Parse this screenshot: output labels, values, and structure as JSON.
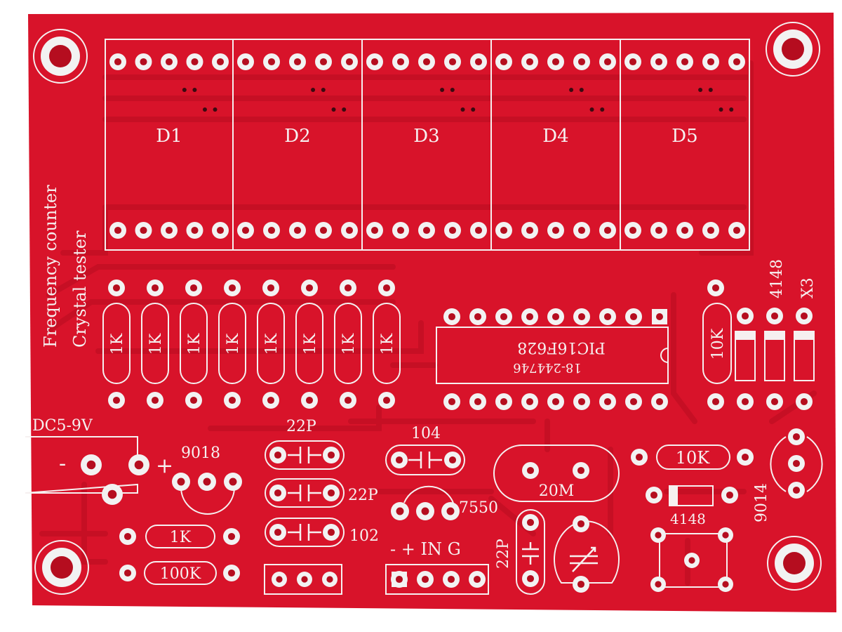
{
  "colors": {
    "background": "#ffffff",
    "board": "#d8132a",
    "copper": "#c60f24",
    "silk": "#f6f0f0",
    "pad": "#f2f2f2",
    "hole": "#b50d1f"
  },
  "title_lines": [
    "Frequency counter",
    "Crystal tester"
  ],
  "displays": [
    "D1",
    "D2",
    "D3",
    "D4",
    "D5"
  ],
  "resistor_array": [
    "1K",
    "1K",
    "1K",
    "1K",
    "1K",
    "1K",
    "1K",
    "1K"
  ],
  "ic": {
    "name": "PIC16F628",
    "code": "18-244746"
  },
  "power": {
    "label": "DC5-9V",
    "minus": "-",
    "plus": "+"
  },
  "transistor_left": "9018",
  "cap_row_top": "22P",
  "cap_mid_label": "22P",
  "cap_bottom_label": "102",
  "cap_104": "104",
  "regulator": "7550",
  "crystal": "20M",
  "resistor_1k": "1K",
  "resistor_100k": "100K",
  "connector_label": "- + IN G",
  "cap_vertical": "22P",
  "resistor_10k_vertical": "10K",
  "diode_4148_top": "4148",
  "x3_label": "X3",
  "resistor_10k_horizontal": "10K",
  "transistor_right": "9014",
  "diode_4148_bottom": "4148"
}
